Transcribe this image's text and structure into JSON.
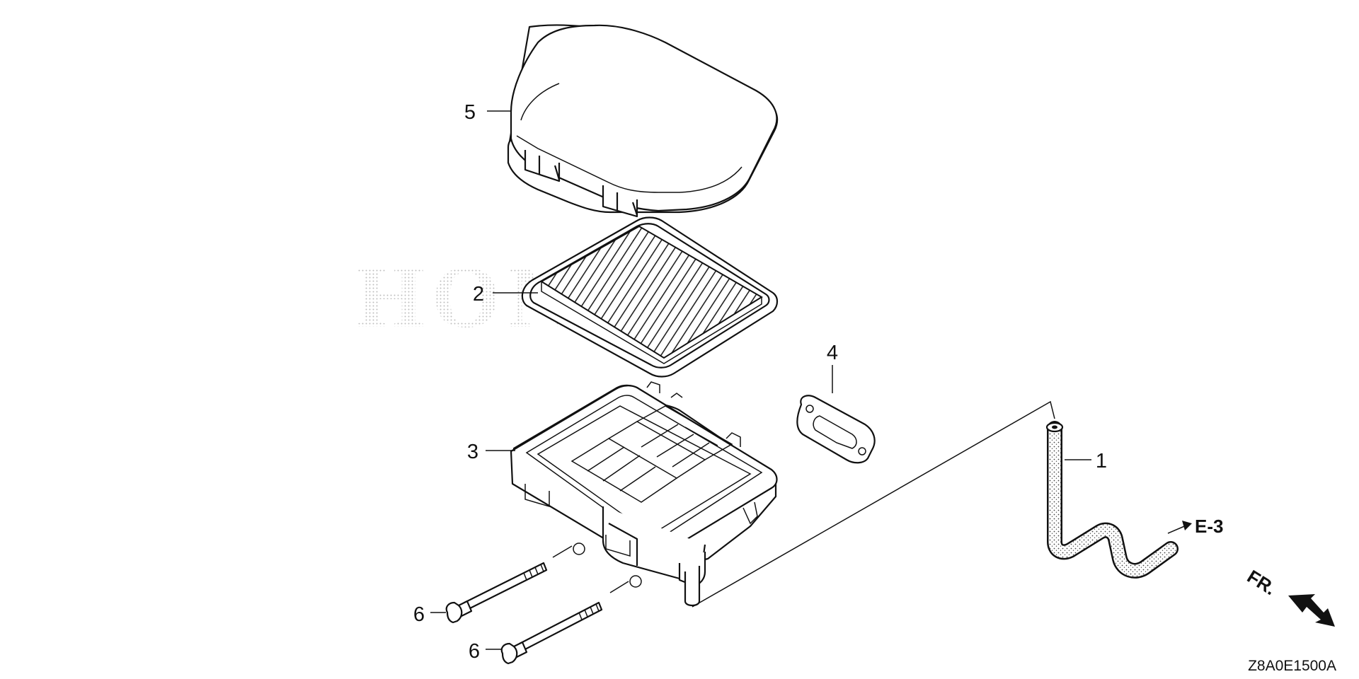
{
  "callouts": {
    "p1": "1",
    "p2": "2",
    "p3": "3",
    "p4": "4",
    "p5": "5",
    "p6a": "6",
    "p6b": "6"
  },
  "reference": "E-3",
  "front_mark": "FR.",
  "diagram_code": "Z8A0E1500A",
  "watermark": "HONDA",
  "colors": {
    "ink": "#111111",
    "paper": "#ffffff",
    "watermark": "#c8c8c8"
  },
  "icons": [
    "front-direction-arrow-icon"
  ]
}
